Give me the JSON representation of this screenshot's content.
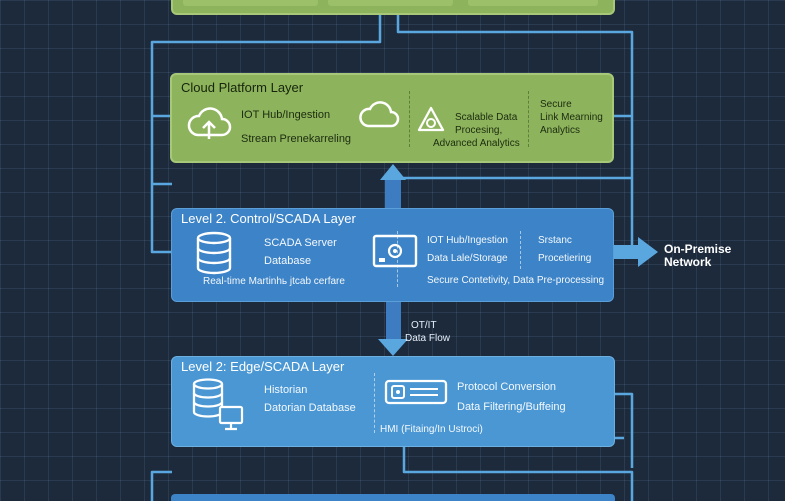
{
  "cloud_layer": {
    "title": "Cloud Platform Layer",
    "line1": "IOT Hub/Ingestion",
    "line2": "Stream Prenеkarreling",
    "analytics_1": "Scalable Data",
    "analytics_2": "Procesing,",
    "analytics_3": "Advanced Analytics",
    "secure_1": "Secure",
    "secure_2": "Link Mearning",
    "secure_3": "Analytics"
  },
  "control_layer": {
    "title": "Level 2. Control/SCADA Layer",
    "server_1": "SCADA Server",
    "server_2": "Database",
    "realtime": "Real-time Martinhь jtcab cerfare",
    "iot_1": "IOT Hub/Ingestion",
    "iot_2": "Data Lale/Storage",
    "side_1": "Srstanc",
    "side_2": "Procetiering",
    "secure": "Secure Contetivity, Data Pre-processing"
  },
  "edge_layer": {
    "title": "Level 2: Edge/SCADA Layer",
    "hist_1": "Historian",
    "hist_2": "Datorian Database",
    "proto_1": "Protocol Conversion",
    "proto_2": "Data Filtering/Buffeing",
    "hmi": "HMI (Fitaing/In Ustroci)"
  },
  "on_premise": {
    "line1": "On-Premise",
    "line2": "Network"
  },
  "otit_flow": {
    "line1": "OT/IT",
    "line2": "Data Flow"
  },
  "colors": {
    "background": "#1c2a3c",
    "cloud_green": "#8db45c",
    "control_blue": "#3c83c7",
    "edge_blue": "#4a97d3",
    "connector_blue": "#5aa7e0"
  }
}
